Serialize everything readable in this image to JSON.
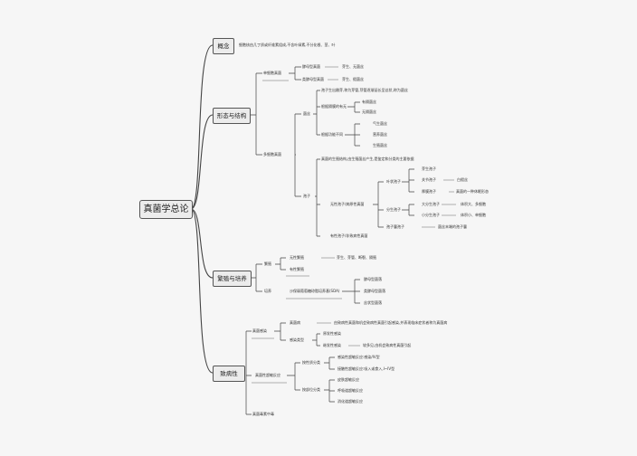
{
  "root": "真菌学总论",
  "branches": {
    "concept": {
      "label": "概念",
      "text": "细胞核由几丁质或纤维素组成,不含叶绿素,不分化根、茎、叶"
    },
    "morphology": {
      "label": "形态与结构",
      "unicellular": {
        "label": "单细胞真菌",
        "yeast": "酵母型真菌",
        "yeast_ex": "芽生、无菌丝",
        "yeastlike": "类酵母型真菌",
        "yeastlike_ex": "芽生、假菌丝"
      },
      "multicellular": {
        "label": "多细胞真菌",
        "hyphae": {
          "label": "菌丝",
          "desc": "孢子生出嫩芽,称为芽管,芽管逐渐延长呈丝状,称为菌丝",
          "by_septum": "根据隔膜的有无",
          "septate": "有隔菌丝",
          "aseptate": "无隔菌丝",
          "by_function": "根据功能不同",
          "aerial": "气生菌丝",
          "vegetative": "营养菌丝",
          "reproductive": "生殖菌丝"
        },
        "spores": {
          "label": "孢子",
          "desc": "真菌的生殖结构,由生殖菌丝产生,是鉴定和分类的主要依据",
          "asexual": "无性孢子/病原性真菌",
          "thallospore": "叶状孢子",
          "blastospore": "芽生孢子",
          "chlamydospore": "厚膜孢子",
          "chlamydo_ex": "白假丝",
          "arthrospore": "关节孢子",
          "arthro_ex": "真菌的一种休眠形态",
          "conidia": "分生孢子",
          "macro": "大分生孢子",
          "macro_ex": "体积大、多细胞",
          "micro": "小分生孢子",
          "micro_ex": "体积小、单细胞",
          "sporangiospore": "孢子囊孢子",
          "sporangio_ex": "菌丝末端的孢子囊",
          "sexual": "有性孢子/非致病性真菌"
        }
      }
    },
    "culture": {
      "label": "繁殖与培养",
      "reproduction": "繁殖",
      "asexual": "无性繁殖",
      "asexual_ex": "芽生、芽管、断裂、隔殖",
      "sexual": "有性繁殖",
      "cultivation": "培养",
      "medium": "沙保弱葡萄糖琼脂培养基(SDA)",
      "yeast": "酵母型菌落",
      "yeastlike": "类酵母型菌落",
      "filamentous": "丝状型菌落"
    },
    "pathogenicity": {
      "label": "致病性",
      "infection": "真菌感染",
      "mycosis": "真菌病",
      "mycosis_ex": "由致病性真菌和机会致病性真菌引起感染,并表现临床症状者称为真菌病",
      "types": "感染类型",
      "exogenous": "原发性感染",
      "endogenous": "继发性感染",
      "endogenous_ex": "较多见,由机会致病性真菌引起",
      "allergy": "真菌性超敏反应",
      "by_type": "按性质分类",
      "type_i": "感染性超敏反应:感染/IV型",
      "type_ii": "接触性超敏反应:吸入或食入,I~IV型",
      "by_site": "按部位分类",
      "skin": "皮肤超敏反应",
      "resp": "呼吸道超敏反应",
      "gi": "消化道超敏反应",
      "toxicosis": "真菌毒素中毒"
    }
  }
}
